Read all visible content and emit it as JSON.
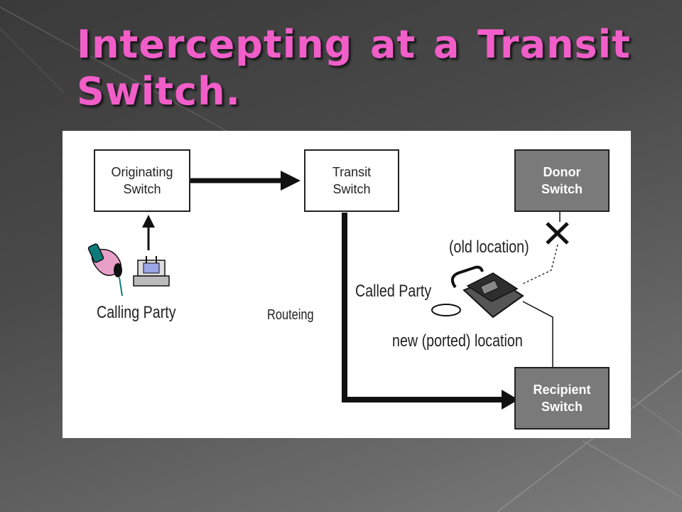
{
  "slide": {
    "title": "Intercepting at a Transit Switch.",
    "title_color": "#f25ec9"
  },
  "diagram": {
    "boxes": {
      "originating": "Originating\nSwitch",
      "transit": "Transit\nSwitch",
      "donor": "Donor Switch",
      "recipient": "Recipient\nSwitch"
    },
    "labels": {
      "calling_party": "Calling Party",
      "routeing": "Routeing",
      "called_party": "Called Party",
      "old_location": "(old location)",
      "new_location": "new (ported) location"
    },
    "colors": {
      "gray_box": "#7a7a7a",
      "line": "#111111"
    }
  }
}
